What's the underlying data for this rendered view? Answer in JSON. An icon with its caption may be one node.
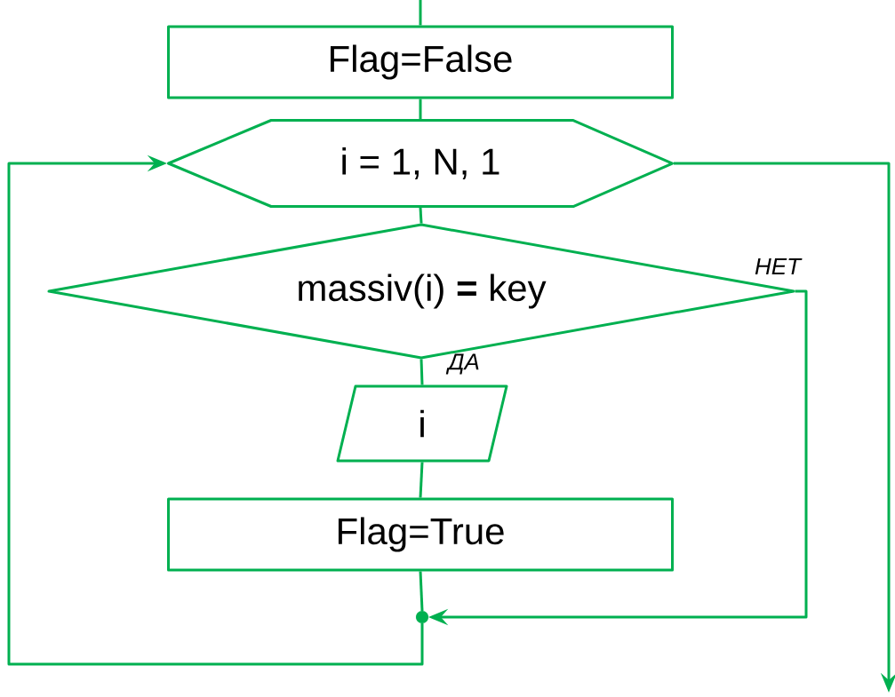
{
  "diagram": {
    "nodes": [
      {
        "text": [
          "Flag=False"
        ]
      },
      {
        "text": [
          "i = 1, N, 1"
        ]
      },
      {
        "text": [
          "massiv(i) **=** key"
        ]
      },
      {
        "text": [
          "i"
        ]
      },
      {
        "text": [
          "Flag=True"
        ]
      },
      {
        "text": [],
        "shape": "circle"
      }
    ],
    "edges": [
      {
        "from": null,
        "to": 0,
        "arrow": "none"
      },
      {
        "from": 0,
        "to": 1,
        "arrow": "none"
      },
      {
        "from": 1,
        "to": 2,
        "arrow": "none"
      },
      {
        "from": 2,
        "to": 3,
        "arrow": "none",
        "label": "ДА"
      },
      {
        "from": 2,
        "to": 5,
        "arrow": "to",
        "label": "НЕТ"
      },
      {
        "from": 3,
        "to": 4,
        "arrow": "none"
      },
      {
        "from": 4,
        "to": 5,
        "arrow": "none"
      },
      {
        "from": 5,
        "to": 1,
        "arrow": "to"
      },
      {
        "from": 1,
        "to": null,
        "arrow": "to"
      }
    ]
  }
}
